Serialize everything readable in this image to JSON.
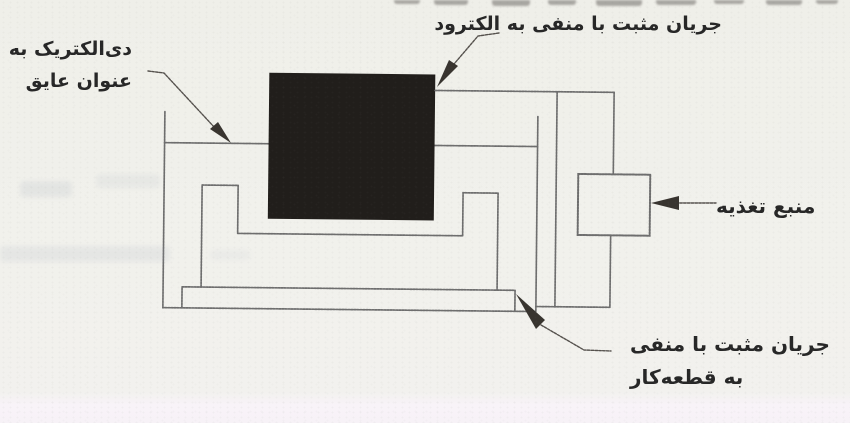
{
  "figure": {
    "type": "scanned-textbook-diagram",
    "subject": "EDM electrical discharge machining setup",
    "labels": {
      "electrode_current": "جریان مثبت با منفی به الکترود",
      "dielectric_line1": "دی‌الکتریک به",
      "dielectric_line2": "عنوان عایق",
      "power_supply": "منبع تغذیه",
      "workpiece_current_line1": "جریان مثبت با منفی",
      "workpiece_current_line2": "به قطعه‌کار"
    },
    "colors": {
      "paper": "#f1f0ec",
      "paper_bottom_band": "#f8f3f8",
      "diagram_line": "#6e6e6e",
      "electrode_fill": "#211e1b",
      "arrow": "#38342f",
      "text": "#272727"
    },
    "icons": {
      "arrow_to_electrode": "filled-leader-arrow-icon",
      "arrow_to_dielectric": "filled-leader-arrow-icon",
      "arrow_to_power_supply": "filled-leader-arrow-icon",
      "arrow_to_workpiece": "filled-leader-arrow-icon"
    }
  }
}
